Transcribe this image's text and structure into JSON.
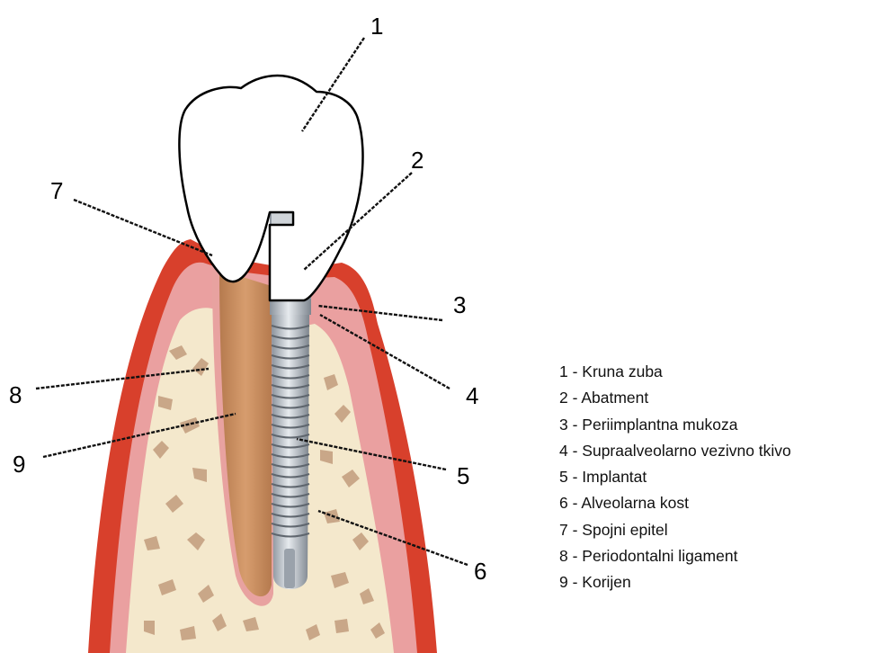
{
  "numbers": [
    "1",
    "2",
    "3",
    "4",
    "5",
    "6",
    "7",
    "8",
    "9"
  ],
  "legend": [
    "1 - Kruna zuba",
    "2 - Abatment",
    "3 - Periimplantna mukoza",
    "4 - Supraalveolarno vezivno tkivo",
    "5 - Implantat",
    "6 - Alveolarna kost",
    "7 - Spojni epitel",
    "8 - Periodontalni ligament",
    "9 - Korijen"
  ],
  "colors": {
    "gingiva_outer": "#d8402c",
    "gingiva_inner": "#eaa0a0",
    "bone": "#f4e8cc",
    "bone_pores": "#c9a788",
    "root": "#c98d60",
    "implant": "#b8bec6",
    "crown": "#ffffff"
  }
}
